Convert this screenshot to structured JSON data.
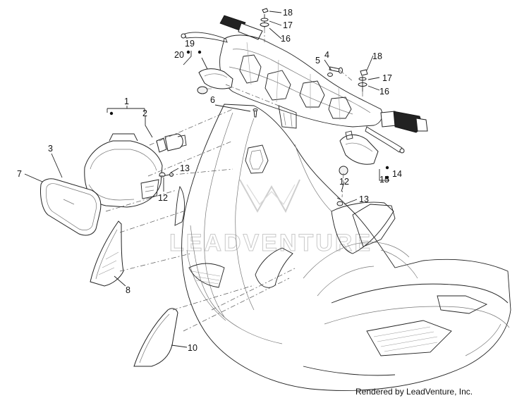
{
  "diagram": {
    "callouts": [
      "1",
      "2",
      "3",
      "4",
      "5",
      "6",
      "7",
      "8",
      "10",
      "12",
      "12",
      "13",
      "13",
      "14",
      "15",
      "16",
      "16",
      "17",
      "17",
      "18",
      "18",
      "19",
      "20"
    ],
    "watermark": "LEADVENTURE",
    "credit": "Rendered by LeadVenture, Inc."
  }
}
